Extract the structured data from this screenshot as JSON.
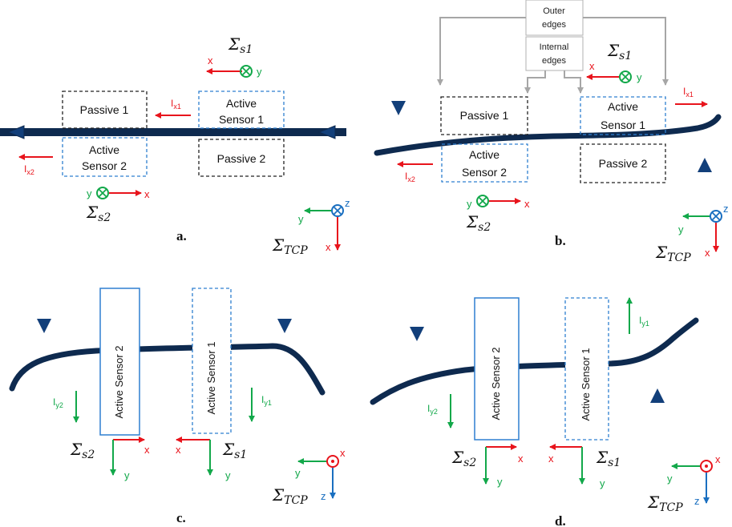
{
  "colors": {
    "cable": "#0e2a4f",
    "red": "#e8141c",
    "green": "#12a84a",
    "blue": "#1a6fc0",
    "box_black": "#222222",
    "box_blue": "#2e7fd0",
    "gray": "#a6a6a6",
    "triangle_fill": "#123f7a"
  },
  "icons": {
    "into_page": "circled-x-icon",
    "out_of_page": "circled-dot-icon",
    "triangle": "triangle-marker-icon"
  },
  "symbols": {
    "s1_main": "Σ",
    "s1_sub": "s1",
    "s2_main": "Σ",
    "s2_sub": "s2",
    "tcp_main": "Σ",
    "tcp_sub": "TCP"
  },
  "axes": {
    "x": "x",
    "y": "y",
    "z": "z"
  },
  "currents": {
    "I": "I",
    "x1": "x1",
    "x2": "x2",
    "y1": "y1",
    "y2": "y2"
  },
  "boxes": {
    "passive1": "Passive 1",
    "passive2": "Passive 2",
    "active_line1": "Active",
    "sensor1_line2": "Sensor 1",
    "sensor2_line2": "Sensor 2",
    "vertical_sensor1": "Active Sensor 1",
    "vertical_sensor2": "Active Sensor 2"
  },
  "callouts": {
    "outer_line1": "Outer",
    "outer_line2": "edges",
    "internal_line1": "Internal",
    "internal_line2": "edges"
  },
  "panels": {
    "a": "a.",
    "b": "b.",
    "c": "c.",
    "d": "d."
  }
}
